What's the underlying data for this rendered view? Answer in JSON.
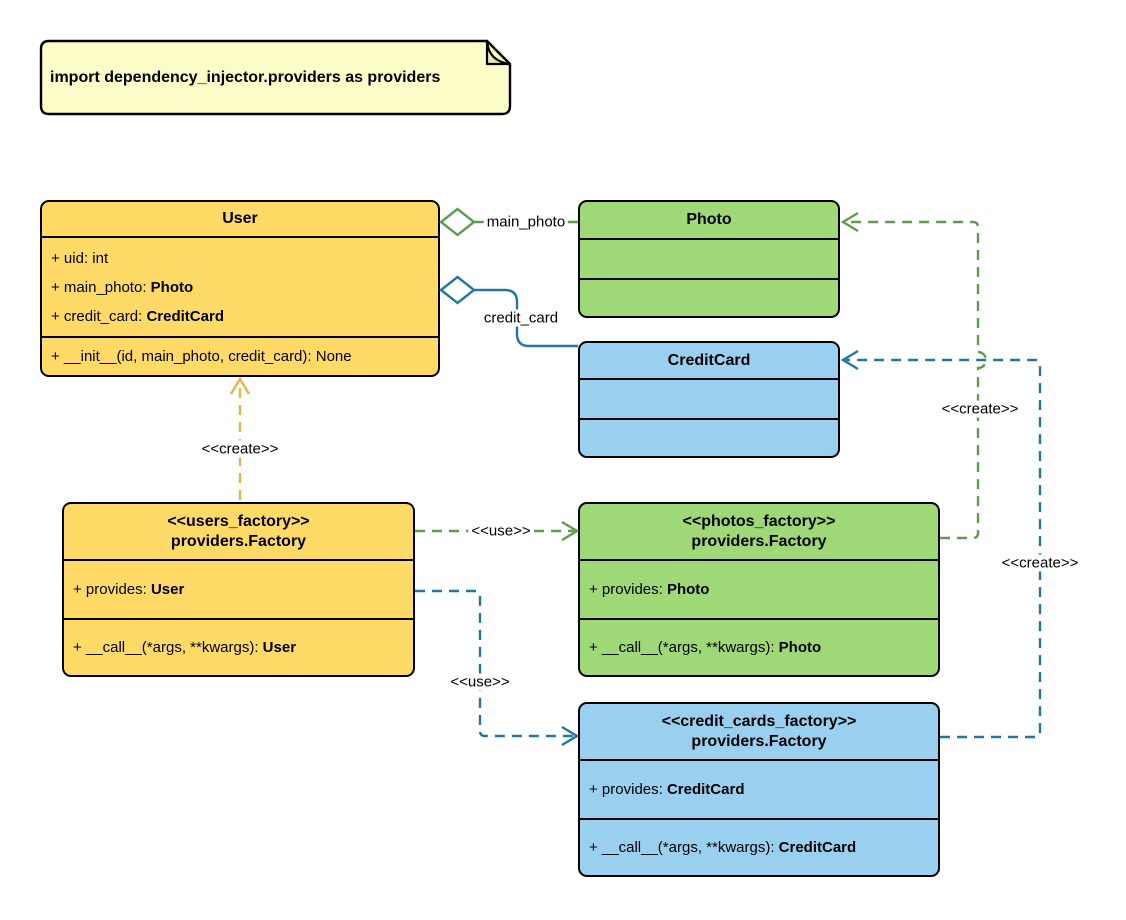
{
  "note": {
    "text": "import dependency_injector.providers as providers"
  },
  "colors": {
    "yellow_fill": "#FFDA66",
    "green_fill": "#9FD877",
    "blue_fill": "#99D0F0",
    "note_fill": "#FCFCC9",
    "note_fold": "#EAEAAE",
    "yellow_line": "#E6B449",
    "green_line": "#5D9E4C",
    "blue_line": "#20789F"
  },
  "classes": {
    "user": {
      "title": "User",
      "attributes": [
        {
          "pre": "+ uid: int",
          "em": ""
        },
        {
          "pre": "+ main_photo: ",
          "em": "Photo"
        },
        {
          "pre": "+ credit_card: ",
          "em": "CreditCard"
        }
      ],
      "methods": [
        {
          "pre": "+ __init__(id, main_photo, credit_card): None",
          "em": ""
        }
      ]
    },
    "photo": {
      "title": "Photo"
    },
    "credit_card": {
      "title": "CreditCard"
    },
    "users_factory": {
      "stereotype": "<<users_factory>>",
      "title": "providers.Factory",
      "attributes": [
        {
          "pre": "+ provides: ",
          "em": "User"
        }
      ],
      "methods": [
        {
          "pre": "+ __call__(*args, **kwargs): ",
          "em": "User"
        }
      ]
    },
    "photos_factory": {
      "stereotype": "<<photos_factory>>",
      "title": "providers.Factory",
      "attributes": [
        {
          "pre": "+ provides: ",
          "em": "Photo"
        }
      ],
      "methods": [
        {
          "pre": "+ __call__(*args, **kwargs): ",
          "em": "Photo"
        }
      ]
    },
    "credit_cards_factory": {
      "stereotype": "<<credit_cards_factory>>",
      "title": "providers.Factory",
      "attributes": [
        {
          "pre": "+ provides: ",
          "em": "CreditCard"
        }
      ],
      "methods": [
        {
          "pre": "+ __call__(*args, **kwargs): ",
          "em": "CreditCard"
        }
      ]
    }
  },
  "edges": {
    "create_user": {
      "label": "<<create>>"
    },
    "use_photos_factory": {
      "label": "<<use>>"
    },
    "use_credit_cards_factory": {
      "label": "<<use>>"
    },
    "create_photo": {
      "label": "<<create>>"
    },
    "create_credit_card": {
      "label": "<<create>>"
    },
    "agg_main_photo": {
      "label": "main_photo"
    },
    "agg_credit_card": {
      "label": "credit_card"
    }
  }
}
